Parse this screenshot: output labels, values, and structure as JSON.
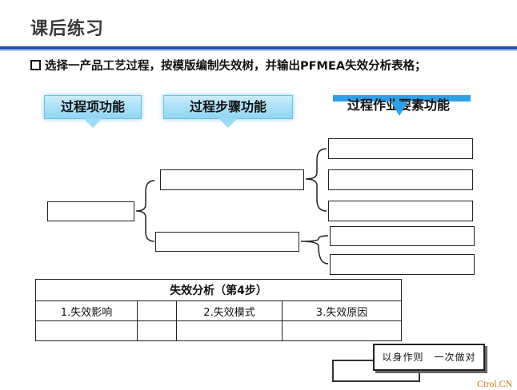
{
  "title": "课后练习",
  "instruction": "选择一产品工艺过程，按模版编制失效树，并输出PFMEA失效分析表格；",
  "callouts": {
    "process_function": "过程项功能",
    "step_function": "过程步骤功能",
    "element_function": "过程作业要素功能"
  },
  "table": {
    "header": "失效分析（第4步）",
    "columns": [
      "1.失效影响",
      "",
      "2.失效模式",
      "3.失效原因"
    ]
  },
  "stamp": "以身作则　一次做对",
  "watermark": "Ctrol.CN",
  "colors": {
    "title_bar": "#1f4fb5",
    "callout_fill": "#9ddaf5",
    "callout_dark": "#2f9fe6"
  }
}
